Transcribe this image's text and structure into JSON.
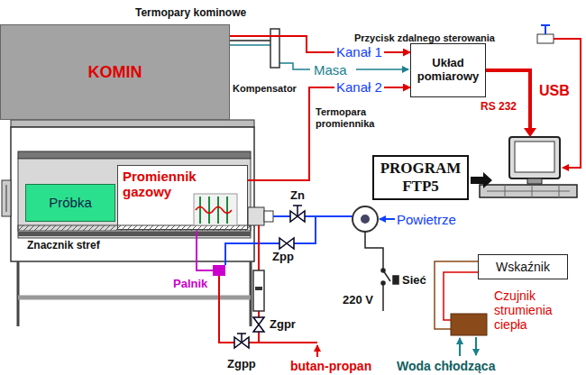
{
  "diagram": {
    "nodes": [
      {
        "text": [
          "KOMIN"
        ]
      },
      {
        "text": [
          "Próbka"
        ]
      },
      {
        "text": [
          "Promiennik gazowy"
        ]
      },
      {
        "text": [
          "Układ pomiarowy"
        ]
      },
      {
        "text": [
          "PROGRAM FTP5"
        ]
      },
      {
        "text": [
          "Wskaźnik"
        ]
      }
    ],
    "edges": [
      {
        "from": 0,
        "to": 3,
        "label": "Kanał 1",
        "arrow": "to"
      },
      {
        "from": 2,
        "to": 3,
        "label": "Kanał 2",
        "arrow": "to"
      }
    ],
    "labels": [
      "Termopary kominowe",
      "Kompensator",
      "Masa",
      "Przycisk zdalnego sterowania",
      "USB",
      "RS 232",
      "Termopara promiennika",
      "Znacznik stref",
      "Palnik",
      "Zn",
      "Zpp",
      "Zgpr",
      "Zgpp",
      "Powietrze",
      "Sieć",
      "220 V",
      "Czujnik strumienia ciepła",
      "butan-propan",
      "Woda chłodząca"
    ]
  }
}
